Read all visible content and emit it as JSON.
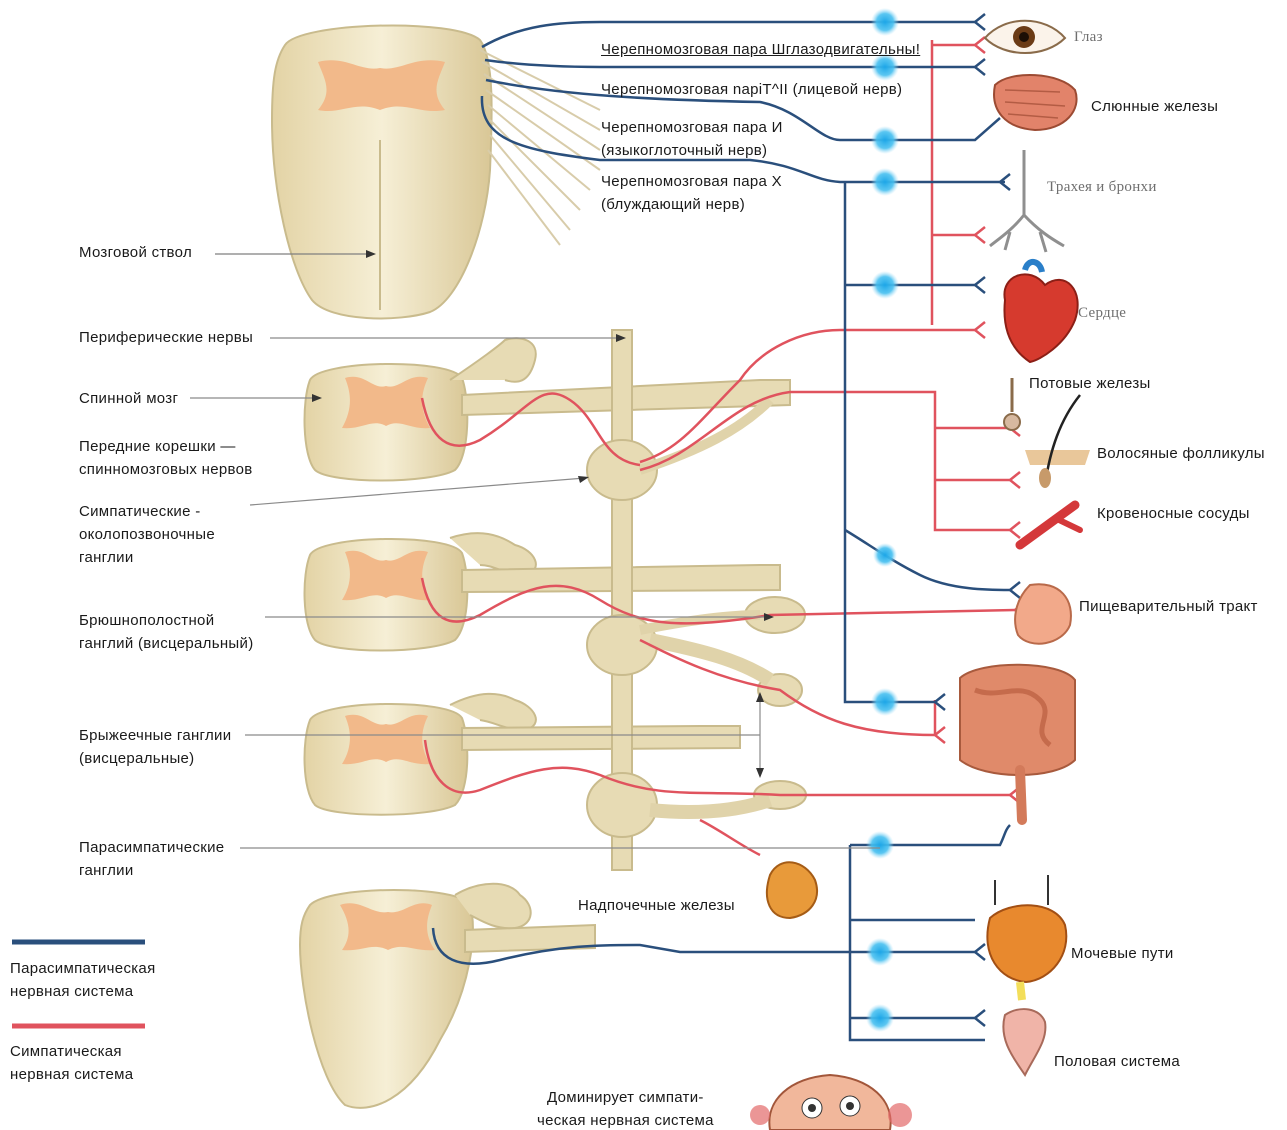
{
  "colors": {
    "parasympathetic": "#2a4f7c",
    "sympathetic": "#e0535e",
    "ganglion": "#1ea7e8",
    "tissue": "#efe6c6",
    "tissue_outline": "#c9bb8d",
    "gray_matter": "#f2b98a"
  },
  "labels": {
    "brainstem": "Мозговой ствол",
    "peripheral_nerves": "Периферические нервы",
    "spinal_cord": "Спинной мозг",
    "anterior_roots": [
      "Передние корешки —",
      "спинномозговых нервов"
    ],
    "paravertebral_ganglia": [
      "Симпатические -",
      "околопозвоночные",
      "ганглии"
    ],
    "celiac_ganglion": [
      "Брюшнополостной",
      "ганглий (висцеральный)"
    ],
    "mesenteric_ganglia": [
      "Брыжеечные ганглии",
      "(висцеральные)"
    ],
    "parasympathetic_ganglia": [
      "Парасимпатические",
      "ганглии"
    ],
    "adrenal_glands": "Надпочечные железы",
    "sympathetic_dominates": [
      "Доминирует симпати-",
      "ческая нервная система"
    ]
  },
  "cranial_nerves": [
    "Черепномозговая пара Шглазодвигательны!",
    "Черепномозговая napiT^II (лицевой нерв)",
    [
      "Черепномозговая пара И",
      "(языкоглоточный нерв)"
    ],
    [
      "Черепномозговая пара X",
      "(блуждающий нерв)"
    ]
  ],
  "organs": {
    "eye": "Глаз",
    "salivary": "Слюнные железы",
    "trachea": "Трахея и бронхи",
    "heart": "Сердце",
    "sweat": "Потовые железы",
    "hair": "Волосяные фолликулы",
    "vessels": "Кровеносные сосуды",
    "digestive": "Пищеварительный тракт",
    "urinary": "Мочевые пути",
    "genital": "Половая система"
  },
  "legend": {
    "parasympathetic": [
      "Парасимпатическая",
      "нервная система"
    ],
    "sympathetic": [
      "Симпатическая",
      "нервная система"
    ]
  }
}
